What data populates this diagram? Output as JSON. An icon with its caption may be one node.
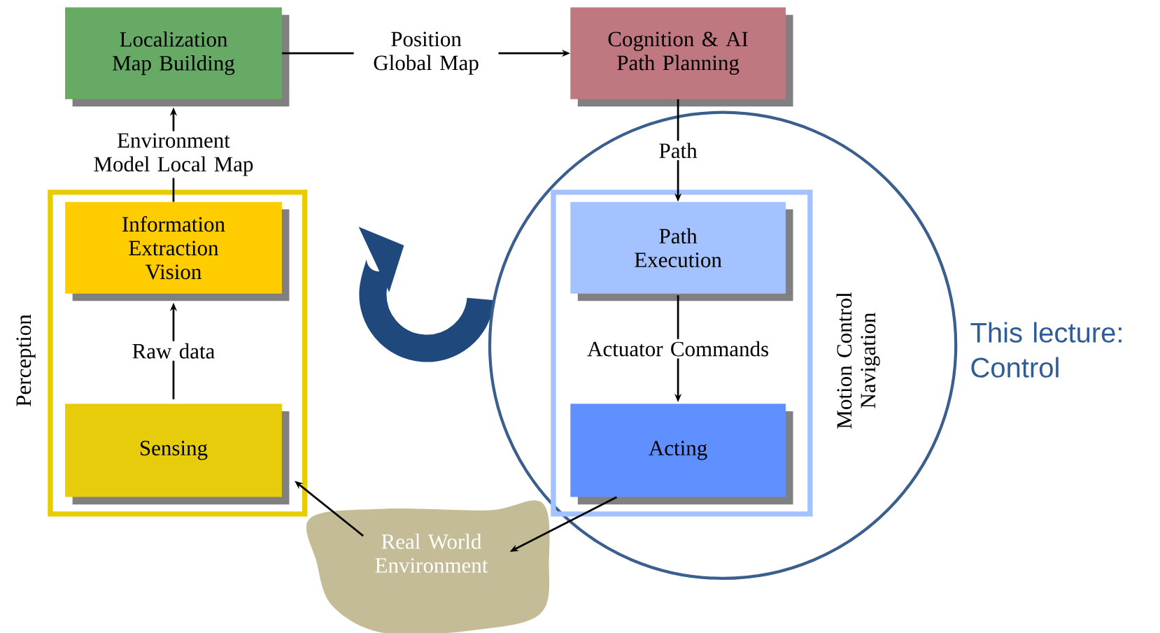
{
  "diagram": {
    "nodes": [
      {
        "text": [
          "Perception"
        ]
      },
      {
        "text": [
          "Localization Map Building"
        ]
      },
      {
        "text": [
          "Cognition & AI Path Planning"
        ]
      },
      {
        "text": [
          "Information Extraction Vision"
        ],
        "in": 0
      },
      {
        "text": [
          "Sensing"
        ],
        "in": 0
      },
      {
        "text": [
          "This lecture: Control"
        ]
      },
      {
        "text": [
          "Motion Control Navigation"
        ],
        "in": 5
      },
      {
        "text": [
          "Path Execution"
        ],
        "in": 6
      },
      {
        "text": [
          "Acting"
        ],
        "in": 6
      },
      {
        "text": [
          "Real World Environment"
        ]
      }
    ],
    "edges": [
      {
        "from": 1,
        "to": 2,
        "arrow": "to",
        "label": "Position Global Map"
      },
      {
        "from": 3,
        "to": 1,
        "arrow": "to",
        "label": "Environment Model Local Map"
      },
      {
        "from": 4,
        "to": 3,
        "arrow": "to",
        "label": "Raw data"
      },
      {
        "from": 2,
        "to": 7,
        "arrow": "to",
        "label": "Path"
      },
      {
        "from": 7,
        "to": 8,
        "arrow": "to",
        "label": "Actuator Commands"
      },
      {
        "from": 8,
        "to": 9,
        "arrow": "to"
      },
      {
        "from": 9,
        "to": 4,
        "arrow": "to"
      }
    ]
  }
}
